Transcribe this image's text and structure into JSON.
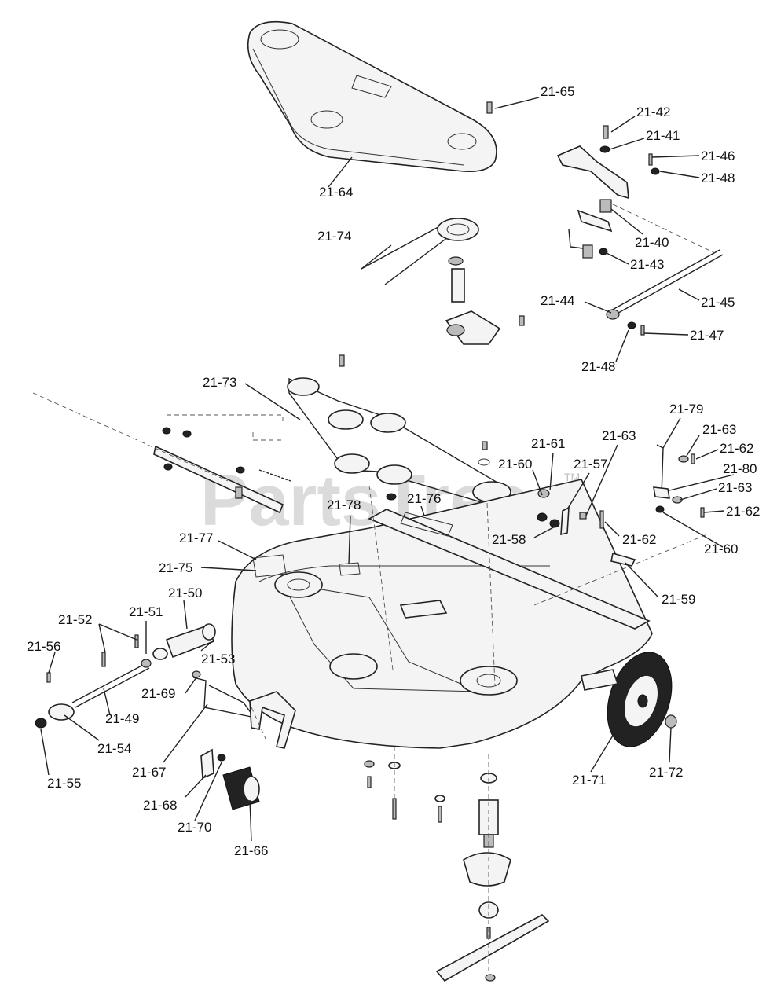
{
  "watermark": {
    "text": "PartsTree",
    "tm": "TM"
  },
  "labels": {
    "l2164": "21-64",
    "l2165": "21-65",
    "l2142": "21-42",
    "l2141": "21-41",
    "l2146": "21-46",
    "l2148a": "21-48",
    "l2140": "21-40",
    "l2143": "21-43",
    "l2174": "21-74",
    "l2144": "21-44",
    "l2145": "21-45",
    "l2147": "21-47",
    "l2148b": "21-48",
    "l2173": "21-73",
    "l2179": "21-79",
    "l2163a": "21-63",
    "l2163b": "21-63",
    "l2162a": "21-62",
    "l2161": "21-61",
    "l2160a": "21-60",
    "l2157": "21-57",
    "l2180": "21-80",
    "l2163c": "21-63",
    "l2162b": "21-62",
    "l2178": "21-78",
    "l2176": "21-76",
    "l2158": "21-58",
    "l2162c": "21-62",
    "l2160b": "21-60",
    "l2177": "21-77",
    "l2175": "21-75",
    "l2150": "21-50",
    "l2159": "21-59",
    "l2152": "21-52",
    "l2151": "21-51",
    "l2156": "21-56",
    "l2153": "21-53",
    "l2169": "21-69",
    "l2149": "21-49",
    "l2154": "21-54",
    "l2167": "21-67",
    "l2155": "21-55",
    "l2168": "21-68",
    "l2170": "21-70",
    "l2166": "21-66",
    "l2171": "21-71",
    "l2172": "21-72"
  }
}
